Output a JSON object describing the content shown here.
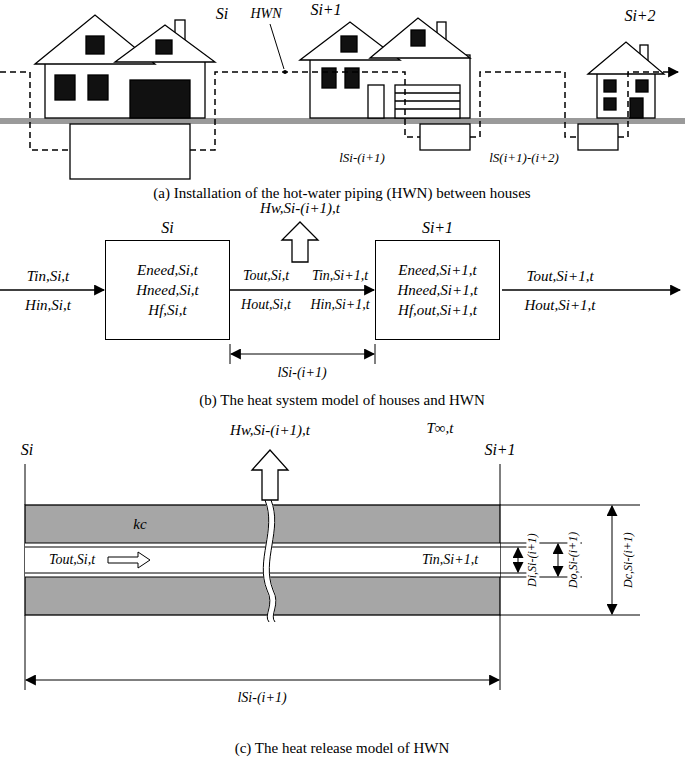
{
  "diagram": {
    "nodes": [
      {
        "text": [
          "Si",
          "Eneed,Si,t",
          "Hneed,Si,t",
          "Hf,Si,t"
        ]
      },
      {
        "text": [
          "Si+1",
          "Eneed,Si+1,t",
          "Hneed,Si+1,t",
          "Hf,out,Si+1,t"
        ]
      }
    ],
    "edges": [
      {
        "from": 0,
        "to": 1,
        "arrow": "to"
      }
    ],
    "labels": [
      "Si",
      "HWN",
      "Si+1",
      "Si+2",
      "lSi-(i+1)",
      "lS(i+1)-(i+2)",
      "(a) Installation of the hot-water piping (HWN) between houses",
      "Tin,Si,t",
      "Hin,Si,t",
      "Hw,Si-(i+1),t",
      "Tout,Si,t",
      "Hout,Si,t",
      "Tin,Si+1,t",
      "Hin,Si+1,t",
      "Tout,Si+1,t",
      "Hout,Si+1,t",
      "lSi-(i+1)",
      "(b) The heat system model of houses and HWN",
      "Hw,Si-(i+1),t",
      "T∞,t",
      "Si",
      "Si+1",
      "kc",
      "Tout,Si,t",
      "Tin,Si+1,t",
      "Di,Si-(i+1)",
      "Do,Si-(i+1)",
      "Dc,Si-(i+1)",
      "lSi-(i+1)",
      "(c) The heat release model of HWN"
    ]
  }
}
